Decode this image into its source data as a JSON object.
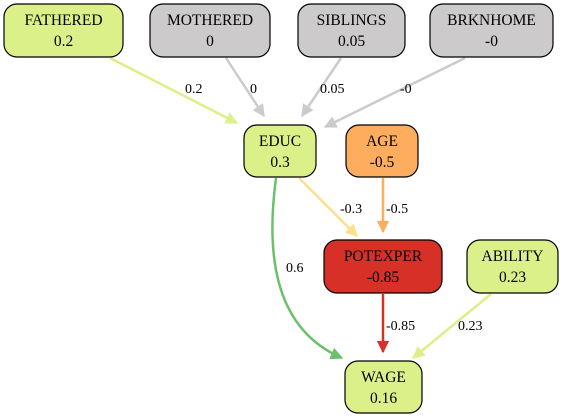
{
  "nodes": [
    {
      "id": "FATHERED",
      "name": "FATHERED",
      "value": "0.2",
      "fill": "#dcf08a"
    },
    {
      "id": "MOTHERED",
      "name": "MOTHERED",
      "value": "0",
      "fill": "#cccaca"
    },
    {
      "id": "SIBLINGS",
      "name": "SIBLINGS",
      "value": "0.05",
      "fill": "#cccaca"
    },
    {
      "id": "BRKNHOME",
      "name": "BRKNHOME",
      "value": "-0",
      "fill": "#cccaca"
    },
    {
      "id": "EDUC",
      "name": "EDUC",
      "value": "0.3",
      "fill": "#dcf08a"
    },
    {
      "id": "AGE",
      "name": "AGE",
      "value": "-0.5",
      "fill": "#fdad5d"
    },
    {
      "id": "POTEXPER",
      "name": "POTEXPER",
      "value": "-0.85",
      "fill": "#d73027"
    },
    {
      "id": "ABILITY",
      "name": "ABILITY",
      "value": "0.23",
      "fill": "#dcf08a"
    },
    {
      "id": "WAGE",
      "name": "WAGE",
      "value": "0.16",
      "fill": "#dcf08a"
    }
  ],
  "edges": [
    {
      "from": "FATHERED",
      "to": "EDUC",
      "label": "0.2",
      "color": "#dcf08a"
    },
    {
      "from": "MOTHERED",
      "to": "EDUC",
      "label": "0",
      "color": "#cccaca"
    },
    {
      "from": "SIBLINGS",
      "to": "EDUC",
      "label": "0.05",
      "color": "#cccaca"
    },
    {
      "from": "BRKNHOME",
      "to": "EDUC",
      "label": "-0",
      "color": "#cccaca"
    },
    {
      "from": "EDUC",
      "to": "POTEXPER",
      "label": "-0.3",
      "color": "#fee08b"
    },
    {
      "from": "AGE",
      "to": "POTEXPER",
      "label": "-0.5",
      "color": "#fdad5d"
    },
    {
      "from": "EDUC",
      "to": "WAGE",
      "label": "0.6",
      "color": "#6cc06b"
    },
    {
      "from": "POTEXPER",
      "to": "WAGE",
      "label": "-0.85",
      "color": "#d73027"
    },
    {
      "from": "ABILITY",
      "to": "WAGE",
      "label": "0.23",
      "color": "#dcf08a"
    }
  ]
}
